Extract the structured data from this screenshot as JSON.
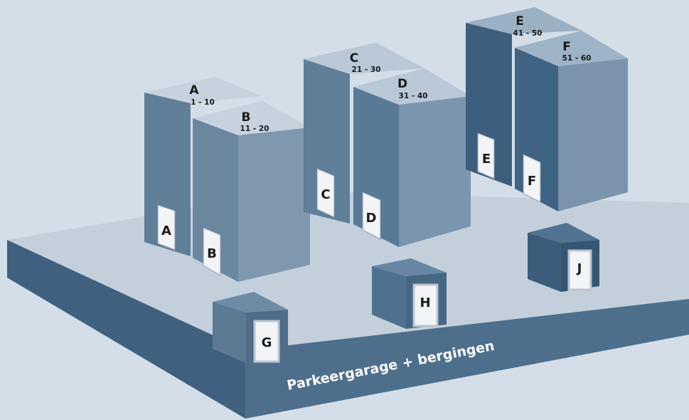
{
  "colors": {
    "background": "#d3dee8",
    "base_top": "#c3d0dc",
    "base_front": "#4d6f8c",
    "door": "#f2f4f6"
  },
  "base": {
    "label": "Parkeergarage + bergingen"
  },
  "buildings": [
    {
      "id": "a",
      "letter": "A",
      "range": "1 - 10",
      "door": "A",
      "front_color": "#5f7e98",
      "side_color": "#7d96ad",
      "top_color": "#c6d2de"
    },
    {
      "id": "b",
      "letter": "B",
      "range": "11 - 20",
      "door": "B",
      "front_color": "#6a879f",
      "side_color": "#7f98ae",
      "top_color": "#c6d2de"
    },
    {
      "id": "c",
      "letter": "C",
      "range": "21 - 30",
      "door": "C",
      "front_color": "#5f7e98",
      "side_color": "#7891a8",
      "top_color": "#b9c8d6"
    },
    {
      "id": "d",
      "letter": "D",
      "range": "31 - 40",
      "door": "D",
      "front_color": "#587a97",
      "side_color": "#7a95ad",
      "top_color": "#b9c8d6"
    },
    {
      "id": "e",
      "letter": "E",
      "range": "41 - 50",
      "door": "E",
      "front_color": "#3d5f7e",
      "side_color": "#53718f",
      "top_color": "#9bb0c3"
    },
    {
      "id": "f",
      "letter": "F",
      "range": "51 - 60",
      "door": "F",
      "front_color": "#3f6382",
      "side_color": "#7c94ab",
      "top_color": "#9fb3c6"
    }
  ],
  "storage_boxes": [
    {
      "id": "g",
      "letter": "G",
      "front_color": "#5c7a94",
      "top_color": "#6f8ba4"
    },
    {
      "id": "h",
      "letter": "H",
      "front_color": "#4f7190",
      "top_color": "#6686a3"
    },
    {
      "id": "j",
      "letter": "J",
      "front_color": "#3b5d7b",
      "top_color": "#52738f"
    }
  ]
}
